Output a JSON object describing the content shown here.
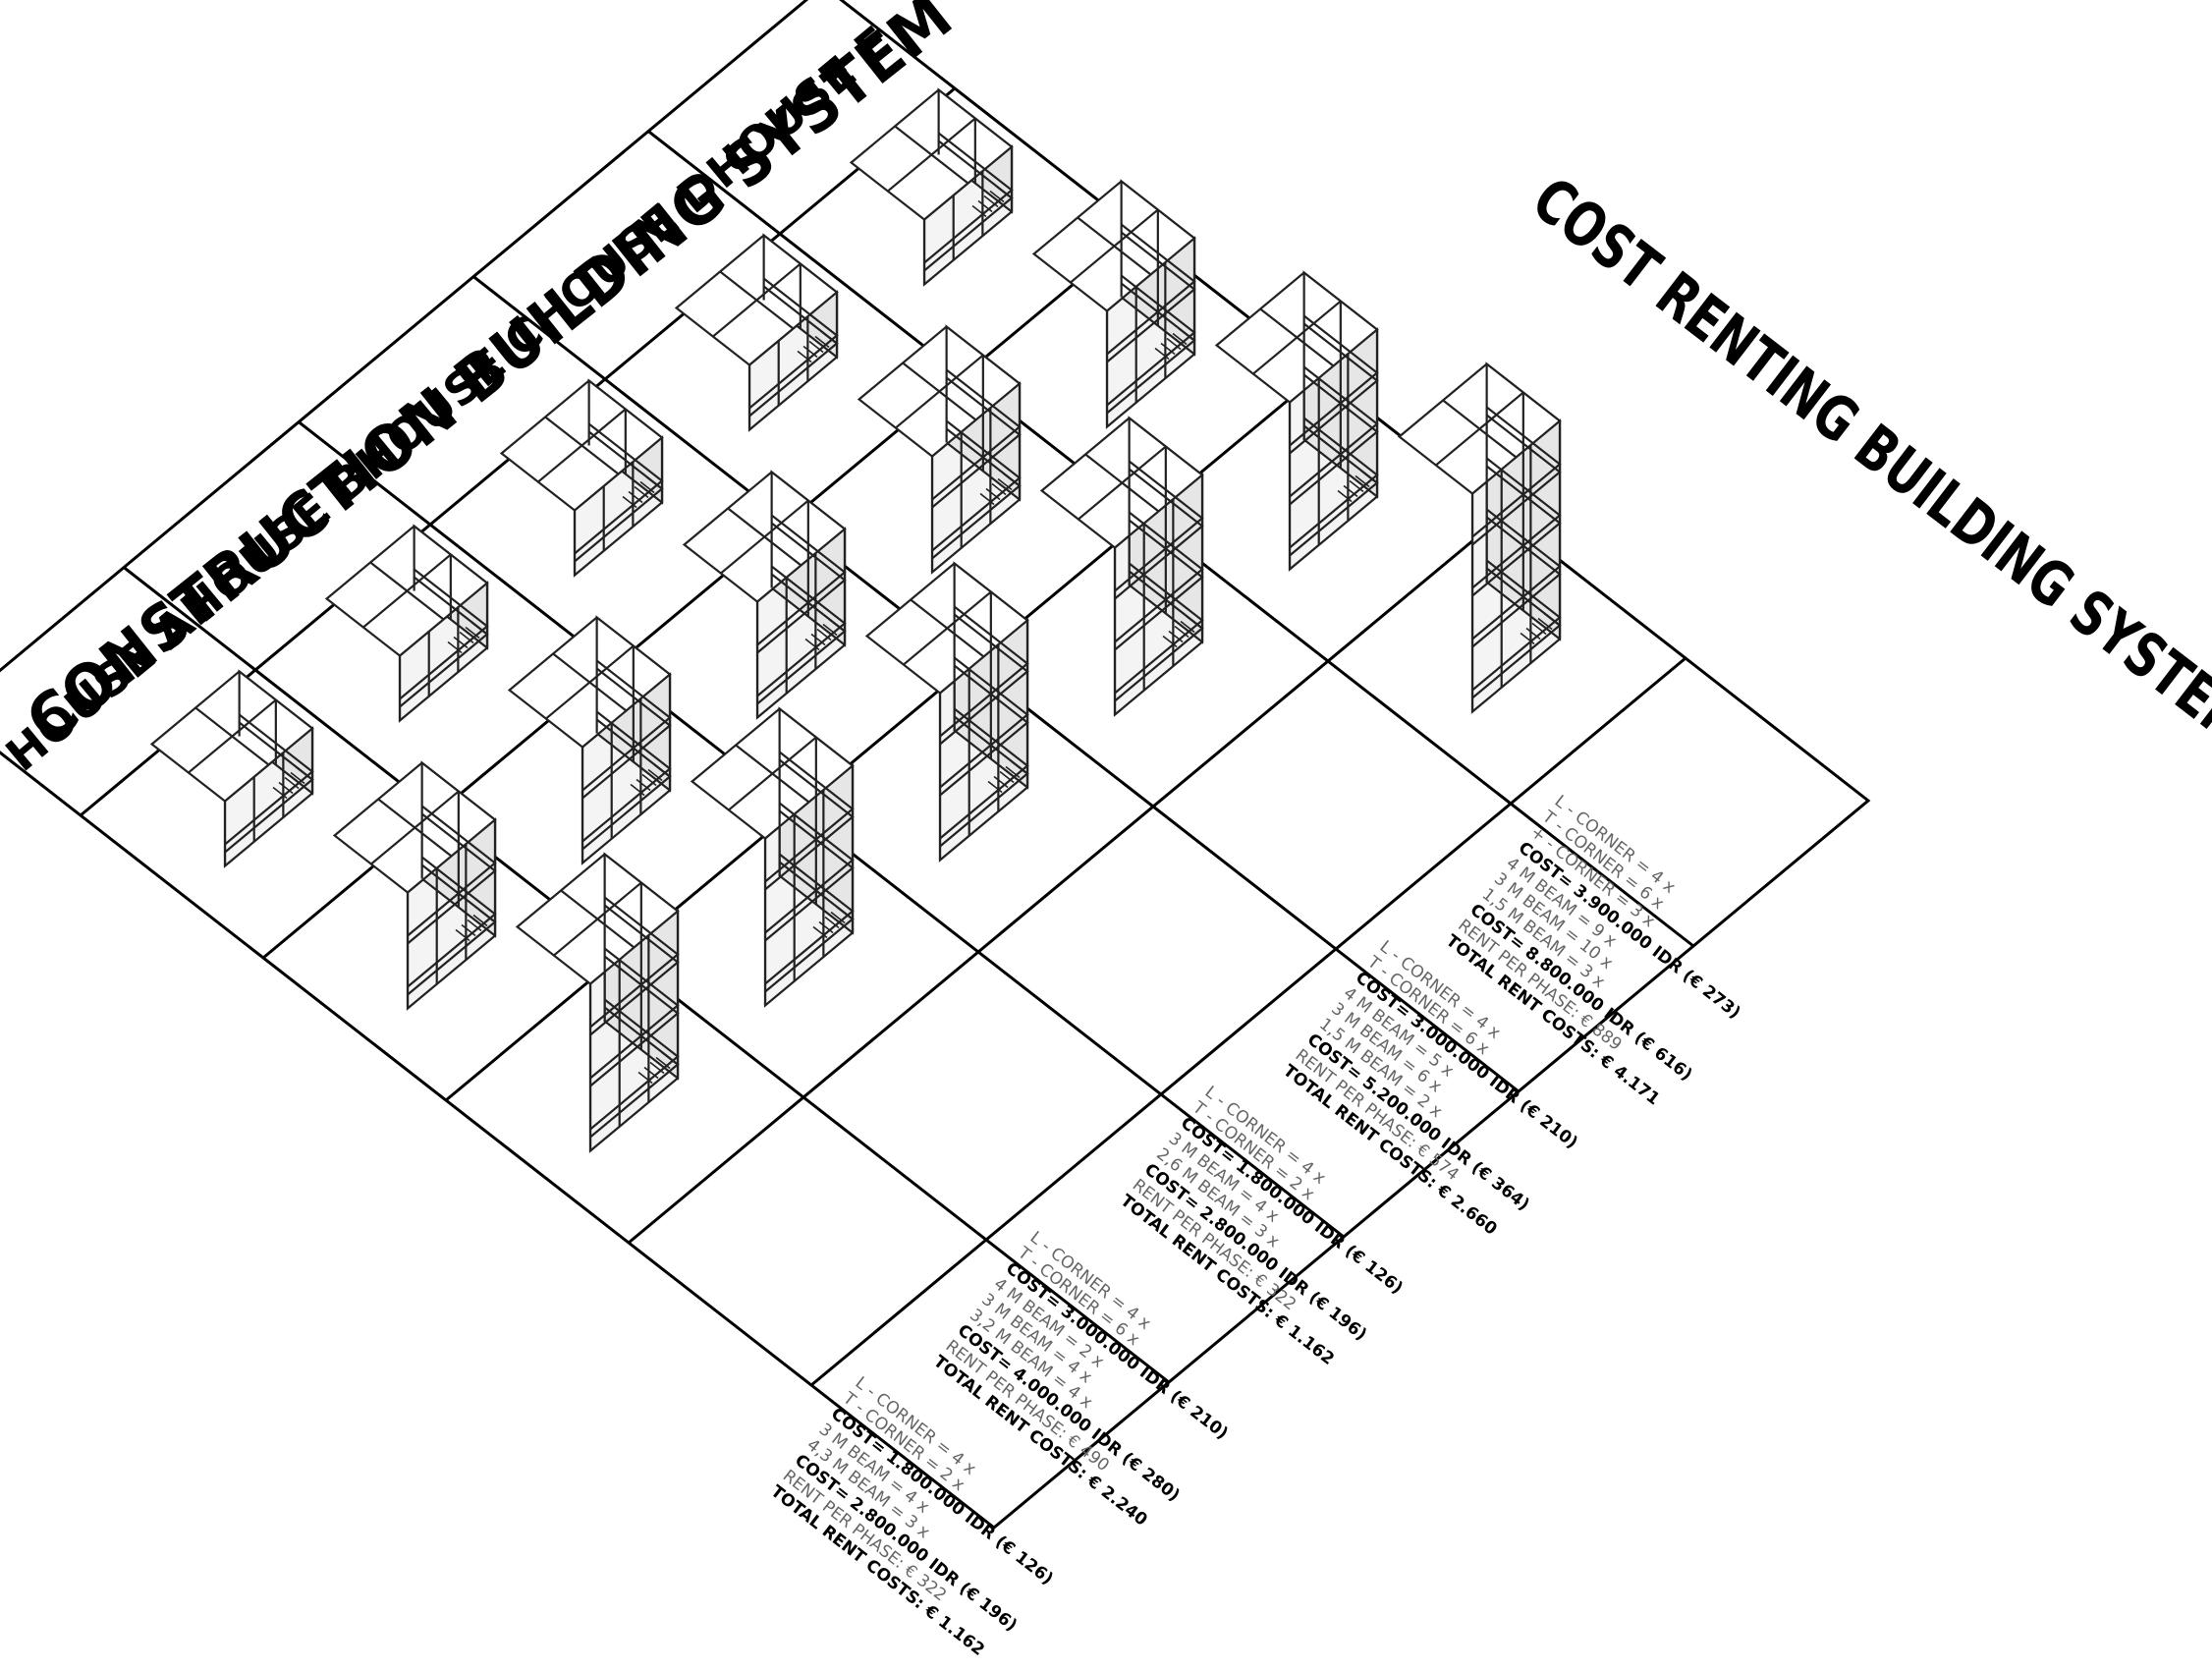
{
  "titles": {
    "left": "CONSTRUCTION BUILDING SYSTEM",
    "right": "COST RENTING  BUILDING SYSTEM"
  },
  "houses": [
    "HOUSE A",
    "HOUSE B",
    "HOUSE C",
    "HOUSE D",
    "HOUSE E"
  ],
  "cost_panels": [
    {
      "house": "HOUSE A",
      "lines": [
        {
          "text": "L   - CORNER = 4 x",
          "style": "light"
        },
        {
          "text": "T   - CORNER = 2 x",
          "style": "light"
        },
        {
          "text": "COST= 1.800.000 IDR (€ 126)",
          "style": "bold"
        },
        {
          "text": "3 M BEAM =          4 x",
          "style": "light"
        },
        {
          "text": "4,3 M BEAM =        3 x",
          "style": "light"
        },
        {
          "text": "COST= 2.800.000 IDR (€ 196)",
          "style": "bold"
        },
        {
          "text": "RENT PER PHASE: € 322",
          "style": "light"
        },
        {
          "text": "TOTAL RENT COSTS: € 1.162",
          "style": "bold"
        }
      ]
    },
    {
      "house": "HOUSE B",
      "lines": [
        {
          "text": "L   - CORNER = 4 x",
          "style": "light"
        },
        {
          "text": "T   - CORNER = 6 x",
          "style": "light"
        },
        {
          "text": "COST= 3.000.000 IDR (€ 210)",
          "style": "bold"
        },
        {
          "text": "4 M BEAM =          2 x",
          "style": "light"
        },
        {
          "text": "3 M BEAM =          4 x",
          "style": "light"
        },
        {
          "text": "3,2 M BEAM =        4 x",
          "style": "light"
        },
        {
          "text": "COST= 4.000.000 IDR (€ 280)",
          "style": "bold"
        },
        {
          "text": "RENT PER PHASE: € 490",
          "style": "light"
        },
        {
          "text": "TOTAL RENT COSTS: € 2.240",
          "style": "bold"
        }
      ]
    },
    {
      "house": "HOUSE C",
      "lines": [
        {
          "text": "L   - CORNER = 4 x",
          "style": "light"
        },
        {
          "text": "T   - CORNER = 2 x",
          "style": "light"
        },
        {
          "text": "COST= 1.800.000 IDR (€ 126)",
          "style": "bold"
        },
        {
          "text": "3 M BEAM =          4 x",
          "style": "light"
        },
        {
          "text": "2,6 M BEAM =        3 x",
          "style": "light"
        },
        {
          "text": "COST= 2.800.000 IDR (€ 196)",
          "style": "bold"
        },
        {
          "text": "RENT PER PHASE: € 322",
          "style": "light"
        },
        {
          "text": "TOTAL RENT COSTS: € 1.162",
          "style": "bold"
        }
      ]
    },
    {
      "house": "HOUSE D",
      "lines": [
        {
          "text": "L   - CORNER = 4 x",
          "style": "light"
        },
        {
          "text": "T   - CORNER = 6 x",
          "style": "light"
        },
        {
          "text": "COST= 3.000.000 IDR (€ 210)",
          "style": "bold"
        },
        {
          "text": "4 M BEAM =          5 x",
          "style": "light"
        },
        {
          "text": "3 M BEAM =          6 x",
          "style": "light"
        },
        {
          "text": "1,5 M BEAM =        2 x",
          "style": "light"
        },
        {
          "text": "COST= 5.200.000 IDR (€ 364)",
          "style": "bold"
        },
        {
          "text": "RENT PER PHASE: € 574",
          "style": "light"
        },
        {
          "text": "TOTAL RENT COSTS: € 2.660",
          "style": "bold"
        }
      ]
    },
    {
      "house": "HOUSE E",
      "lines": [
        {
          "text": "L   - CORNER = 4 x",
          "style": "light"
        },
        {
          "text": "T   - CORNER = 6 x",
          "style": "light"
        },
        {
          "text": "+   - CORNER = 3 x",
          "style": "light"
        },
        {
          "text": "COST= 3.900.000 IDR (€ 273)",
          "style": "bold"
        },
        {
          "text": "4 M BEAM =          9 x",
          "style": "light"
        },
        {
          "text": "3 M BEAM =         10 x",
          "style": "light"
        },
        {
          "text": "1,5 M BEAM =        3 x",
          "style": "light"
        },
        {
          "text": "COST= 8.800.000 IDR (€ 616)",
          "style": "bold"
        },
        {
          "text": "RENT PER PHASE: € 889",
          "style": "light"
        },
        {
          "text": "TOTAL RENT COSTS: € 4.171",
          "style": "bold"
        }
      ]
    }
  ],
  "buildings": [
    {
      "name": "house-a-phase-1",
      "house": "HOUSE A",
      "phase": 1,
      "floors": 1
    },
    {
      "name": "house-a-phase-2",
      "house": "HOUSE A",
      "phase": 2,
      "floors": 2
    },
    {
      "name": "house-a-phase-3",
      "house": "HOUSE A",
      "phase": 3,
      "floors": 3
    },
    {
      "name": "house-b-phase-1",
      "house": "HOUSE B",
      "phase": 1,
      "floors": 1
    },
    {
      "name": "house-b-phase-2",
      "house": "HOUSE B",
      "phase": 2,
      "floors": 2
    },
    {
      "name": "house-b-phase-3",
      "house": "HOUSE B",
      "phase": 3,
      "floors": 3
    },
    {
      "name": "house-c-phase-1",
      "house": "HOUSE C",
      "phase": 1,
      "floors": 1
    },
    {
      "name": "house-c-phase-2",
      "house": "HOUSE C",
      "phase": 2,
      "floors": 2
    },
    {
      "name": "house-c-phase-3",
      "house": "HOUSE C",
      "phase": 3,
      "floors": 3
    },
    {
      "name": "house-d-phase-1",
      "house": "HOUSE D",
      "phase": 1,
      "floors": 1
    },
    {
      "name": "house-d-phase-2",
      "house": "HOUSE D",
      "phase": 2,
      "floors": 2
    },
    {
      "name": "house-d-phase-3",
      "house": "HOUSE D",
      "phase": 3,
      "floors": 3
    },
    {
      "name": "house-e-phase-1",
      "house": "HOUSE E",
      "phase": 1,
      "floors": 1
    },
    {
      "name": "house-e-phase-2",
      "house": "HOUSE E",
      "phase": 2,
      "floors": 2
    },
    {
      "name": "house-e-phase-3",
      "house": "HOUSE E",
      "phase": 3,
      "floors": 3
    },
    {
      "name": "house-e-phase-4",
      "house": "HOUSE E",
      "phase": 4,
      "floors": 4
    }
  ]
}
